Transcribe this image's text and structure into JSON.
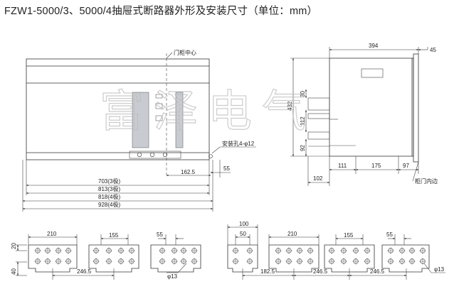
{
  "title": "FZW1-5000/3、5000/4抽屉式断路器外形及安装尺寸（单位：mm）",
  "watermark": "富泽电气",
  "front_view": {
    "center_label": "门柜中心",
    "mount_label": "安装孔4-φ12",
    "dims": {
      "d162": "162.5",
      "d55": "55",
      "d703": "703(3极)",
      "d813": "813(3极)",
      "d818": "818(4极)",
      "d928": "928(4极)"
    }
  },
  "side_view": {
    "door_label": "柜门内边",
    "dims": {
      "d394": "394",
      "d45": "45",
      "d432": "432",
      "d30": "30",
      "d112": "112",
      "d92": "92",
      "d102": "102",
      "d111": "111",
      "d175": "175",
      "d97": "97"
    }
  },
  "terminals": {
    "d20": "20",
    "d40": "40",
    "d210a": "210",
    "d155a": "155",
    "d55a": "55",
    "d2465a": "246.5",
    "d13a": "φ13",
    "d100": "100",
    "d50": "50",
    "d210b": "210",
    "d155b": "155",
    "d55b": "55",
    "d1825": "182.5",
    "d2465b": "246.5",
    "d2465c": "246.5",
    "d13b": "φ13"
  }
}
